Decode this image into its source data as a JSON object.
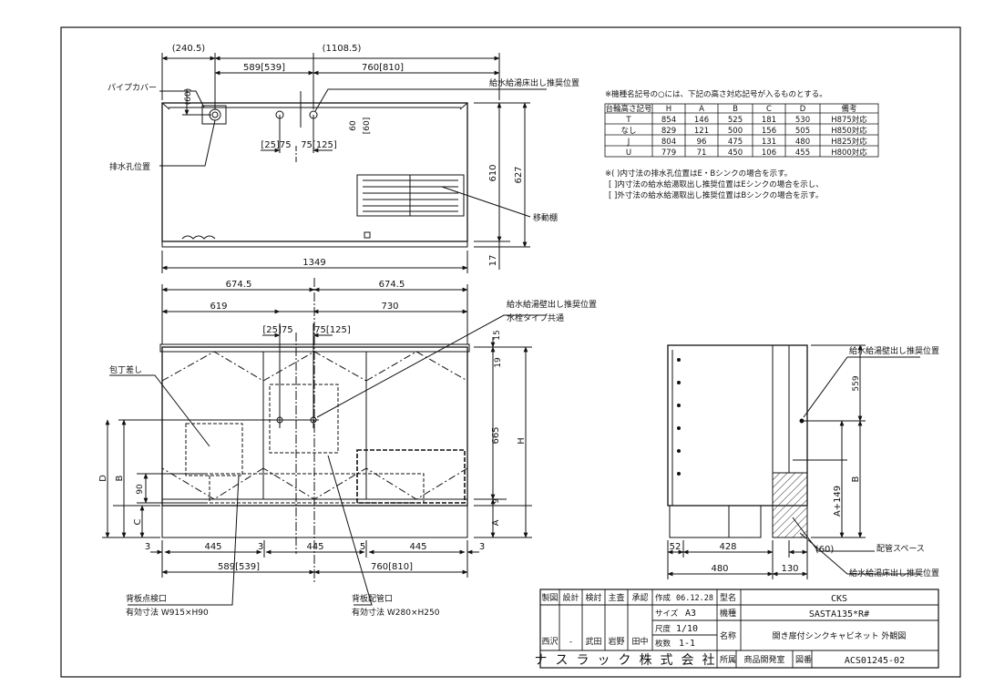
{
  "top_view": {
    "dims": {
      "left_overall": "(240.5)",
      "right_overall": "(1108.5)",
      "left_pos": "589[539]",
      "right_pos": "760[810]",
      "depth_inner": "610",
      "depth_outer": "627",
      "bottom_gap": "17",
      "width_total": "1349",
      "pipe_offset": "(60)",
      "faucet_v": "60",
      "faucet_v2": "[60]",
      "faucet_left": "[25]75",
      "faucet_right": "75[125]"
    },
    "labels": {
      "pipe_cover": "パイプカバー",
      "drain_pos": "排水孔位置",
      "supply_floor": "給水給湯床出し推奨位置",
      "movable_shelf": "移動棚"
    }
  },
  "notes": {
    "intro": "※機種名記号の○には、下記の高さ対応記号が入るものとする。",
    "table": {
      "headers": [
        "台輪高さ記号",
        "H",
        "A",
        "B",
        "C",
        "D",
        "備考"
      ],
      "rows": [
        [
          "T",
          "854",
          "146",
          "525",
          "181",
          "530",
          "H875対応"
        ],
        [
          "なし",
          "829",
          "121",
          "500",
          "156",
          "505",
          "H850対応"
        ],
        [
          "J",
          "804",
          "96",
          "475",
          "131",
          "480",
          "H825対応"
        ],
        [
          "U",
          "779",
          "71",
          "450",
          "106",
          "455",
          "H800対応"
        ]
      ]
    },
    "note1": "※( )内寸法の排水孔位置はE・Bシンクの場合を示す。",
    "note2": "[ ]内寸法の給水給湯取出し推奨位置はEシンクの場合を示し、",
    "note3": "[ ]外寸法の給水給湯取出し推奨位置はBシンクの場合を示す。"
  },
  "front_view": {
    "dims": {
      "half_left": "674.5",
      "half_right": "674.5",
      "left_w": "619",
      "right_w": "730",
      "faucet_l": "[25]75",
      "faucet_r": "75[125]",
      "h15": "15",
      "h19": "19",
      "h665": "665",
      "hH": "H",
      "h9": "9",
      "hA": "A",
      "vD": "D",
      "vB": "B",
      "v90": "90",
      "vC": "C",
      "b3a": "3",
      "b445a": "445",
      "b3b": "3",
      "b445b": "445",
      "b5": "5",
      "b445c": "445",
      "b3c": "3",
      "bottom_left": "589[539]",
      "bottom_right": "760[810]"
    },
    "labels": {
      "knife_rack": "包丁差し",
      "supply_wall": "給水給湯壁出し推奨位置",
      "faucet_common": "水栓タイプ共通",
      "back_inspect": "背板点検口",
      "back_inspect_size": "有効寸法 W915×H90",
      "back_pipe": "背板配管口",
      "back_pipe_size": "有効寸法 W280×H250"
    }
  },
  "side_view": {
    "dims": {
      "h559": "559",
      "hB": "B",
      "hA149": "A+149",
      "w52": "52",
      "w428": "428",
      "w60": "(60)",
      "w480": "480",
      "w130": "130"
    },
    "labels": {
      "supply_wall": "給水給湯壁出し推奨位置",
      "pipe_space": "配管スペース",
      "supply_floor": "給水給湯床出し推奨位置"
    }
  },
  "title_block": {
    "roles": [
      "製図",
      "設計",
      "検討",
      "主査",
      "承認"
    ],
    "names": [
      "西沢",
      "-",
      "武田",
      "岩野",
      "田中"
    ],
    "date_label": "作成",
    "date": "06.12.28",
    "size_label": "サイズ",
    "size": "A3",
    "scale_label": "尺度",
    "scale": "1/10",
    "sheets_label": "枚数",
    "sheets": "1-1",
    "model_label": "型名",
    "model": "CKS",
    "type_label": "機種",
    "type": "SASTA135*R#",
    "name_label": "名称",
    "name": "開き扉付シンクキャビネット 外観図",
    "company": "ナスラック株式会社",
    "dept_label": "所属",
    "dept": "商品開発室",
    "drawing_no_label": "図番",
    "drawing_no": "ACS01245-02"
  },
  "colors": {
    "ink": "#111111",
    "hatch": "#333333"
  }
}
